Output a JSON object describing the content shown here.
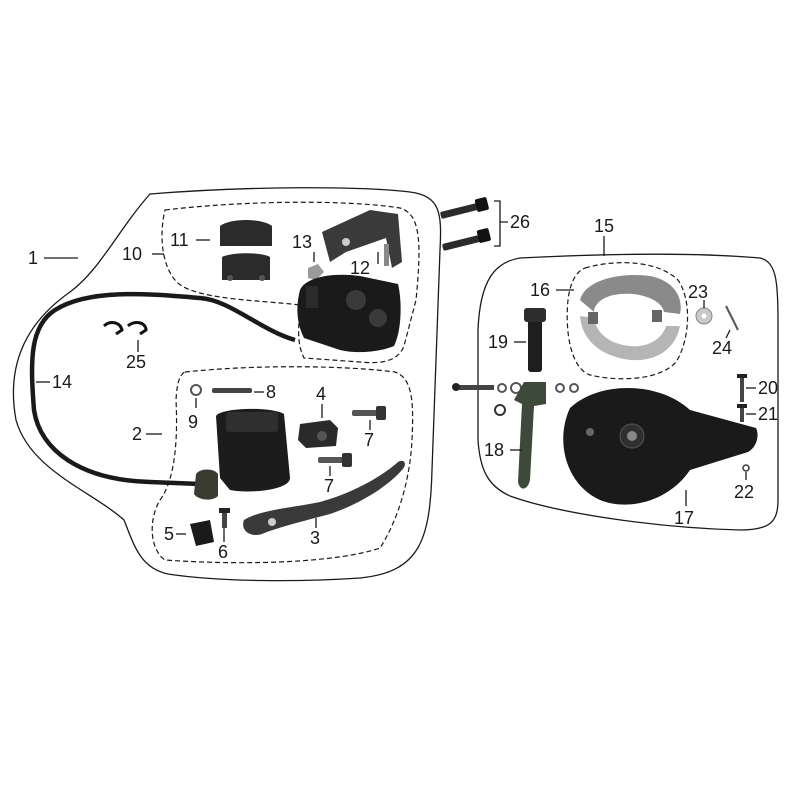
{
  "callouts": {
    "c1": "1",
    "c2": "2",
    "c3": "3",
    "c4": "4",
    "c5": "5",
    "c6": "6",
    "c7a": "7",
    "c7b": "7",
    "c8": "8",
    "c9": "9",
    "c10": "10",
    "c11": "11",
    "c12": "12",
    "c13": "13",
    "c14": "14",
    "c15": "15",
    "c16": "16",
    "c17": "17",
    "c18": "18",
    "c19": "19",
    "c20": "20",
    "c21": "21",
    "c22": "22",
    "c23": "23",
    "c24": "24",
    "c25": "25",
    "c26": "26"
  },
  "colors": {
    "outline": "#1a1a1a",
    "part_dark": "#2b2b2b",
    "part_black": "#111111",
    "metal_light": "#c8c8c8",
    "metal_mid": "#9a9a9a",
    "arm_green": "#3d4a3a"
  }
}
